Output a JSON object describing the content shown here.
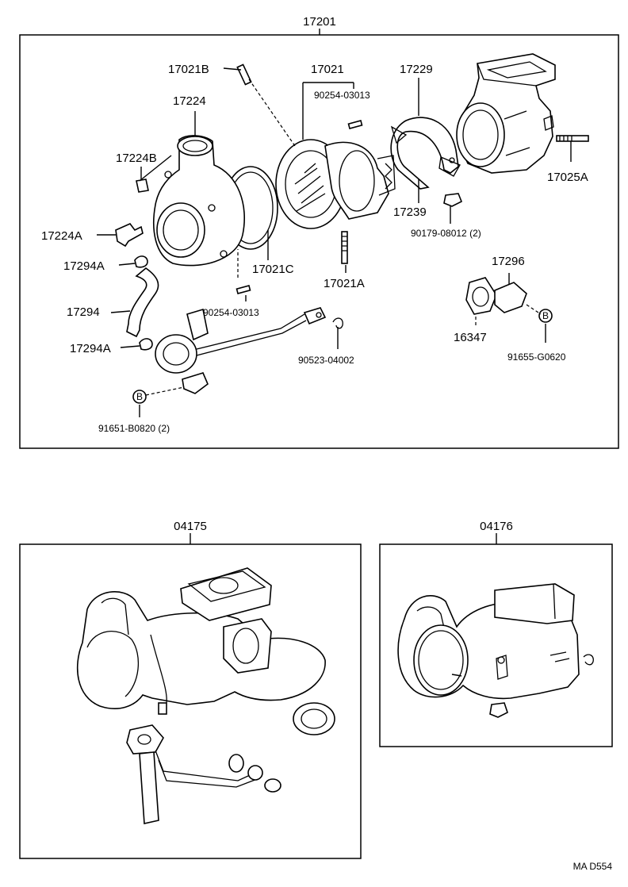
{
  "assembly_number": "17201",
  "parts": {
    "p17021B": "17021B",
    "p17021": "17021",
    "p17229": "17229",
    "p17224": "17224",
    "p90254_top": "90254-03013",
    "p17224B": "17224B",
    "p17025A": "17025A",
    "p17239": "17239",
    "p17224A": "17224A",
    "p90179": "90179-08012 (2)",
    "p17294A_top": "17294A",
    "p17021C": "17021C",
    "p17021A": "17021A",
    "p17296": "17296",
    "p17294": "17294",
    "p90254_bottom": "90254-03013",
    "p90523": "90523-04002",
    "p16347": "16347",
    "p17294A_bottom": "17294A",
    "p91655": "91655-G0620",
    "p91651": "91651-B0820 (2)"
  },
  "ref_marks": {
    "b_left": "B",
    "b_right": "B"
  },
  "kits": {
    "kit_left": "04175",
    "kit_right": "04176"
  },
  "drawing_code": "MA D554"
}
